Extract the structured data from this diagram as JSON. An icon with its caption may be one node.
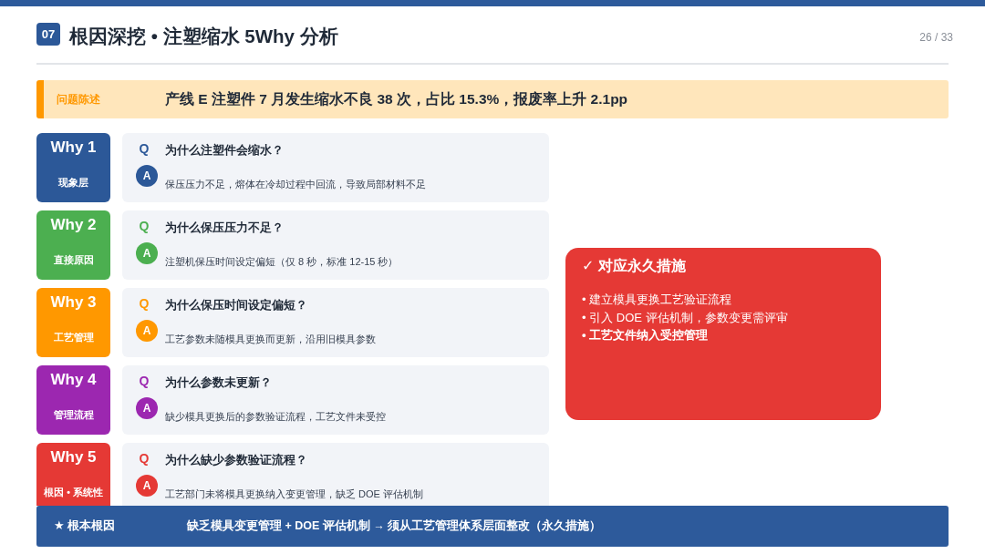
{
  "diagram": {
    "title": "根因深挖 • 注塑缩水 5Why 分析",
    "nodes": [
      {
        "text": [
          "07"
        ]
      },
      {
        "text": [
          "问题陈述",
          "产线 E 注塑件 7 月发生缩水不良 38 次，占比 15.3%，报废率上升 2.1pp"
        ]
      },
      {
        "text": [
          "Why 1",
          "现象层"
        ]
      },
      {
        "text": [
          "Q",
          "为什么注塑件会缩水？",
          "保压压力不足，熔体在冷却过程中回流，导致局部材料不足"
        ]
      },
      {
        "text": [
          "A"
        ],
        "in": 3
      },
      {
        "text": [
          "Why 2",
          "直接原因"
        ]
      },
      {
        "text": [
          "Q",
          "为什么保压压力不足？",
          "注塑机保压时间设定偏短（仅 8 秒，标准 12-15 秒）"
        ]
      },
      {
        "text": [
          "A"
        ],
        "in": 6
      },
      {
        "text": [
          "Why 3",
          "工艺管理"
        ]
      },
      {
        "text": [
          "Q",
          "为什么保压时间设定偏短？",
          "工艺参数未随模具更换而更新，沿用旧模具参数"
        ]
      },
      {
        "text": [
          "A"
        ],
        "in": 9
      },
      {
        "text": [
          "Why 4",
          "管理流程"
        ]
      },
      {
        "text": [
          "Q",
          "为什么参数未更新？",
          "缺少模具更换后的参数验证流程，工艺文件未受控"
        ]
      },
      {
        "text": [
          "A"
        ],
        "in": 12
      },
      {
        "text": [
          "Why 5",
          "根因 • 系统性"
        ]
      },
      {
        "text": [
          "Q",
          "为什么缺少参数验证流程？",
          "工艺部门未将模具更换纳入变更管理，缺乏 DOE 评估机制"
        ]
      },
      {
        "text": [
          "A"
        ],
        "in": 15
      },
      {
        "text": [
          "✓ 对应永久措施",
          "• 建立模具更换工艺验证流程",
          "• 引入 DOE 评估机制，参数变更需评审",
          "• 工艺文件纳入受控管理"
        ]
      },
      {
        "text": [
          "★ 根本根因",
          "缺乏模具变更管理 + DOE 评估机制 → 须从工艺管理体系层面整改（永久措施）"
        ]
      }
    ],
    "labels": [
      "26 / 33"
    ]
  }
}
